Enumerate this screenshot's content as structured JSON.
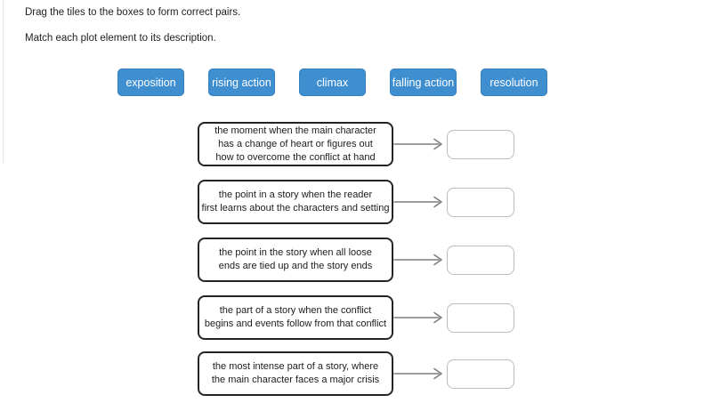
{
  "instructions": {
    "primary": "Drag the tiles to the boxes to form correct pairs.",
    "secondary": "Match each plot element to its description."
  },
  "tiles": [
    "exposition",
    "rising action",
    "climax",
    "falling action",
    "resolution"
  ],
  "pairs": [
    "the moment when the main character\nhas a change of heart or figures out\nhow to overcome the conflict at hand",
    "the point in a story when the reader\nfirst learns about the characters and setting",
    "the point in the story when all loose\nends are tied up and the story ends",
    "the part of a story when the conflict\nbegins and events follow from that conflict",
    "the most intense part of a story, where\nthe main character faces a major crisis"
  ],
  "drop_boxes": [
    "",
    "",
    "",
    "",
    ""
  ],
  "colors": {
    "tile_background": "#3e8ed0",
    "tile_border": "#3580bf",
    "tile_text": "#ffffff",
    "description_border": "#242424",
    "drop_box_border": "#bcbcbc",
    "arrow": "#7d7d7d",
    "text": "#1f1f1f",
    "page_background": "#ffffff"
  }
}
